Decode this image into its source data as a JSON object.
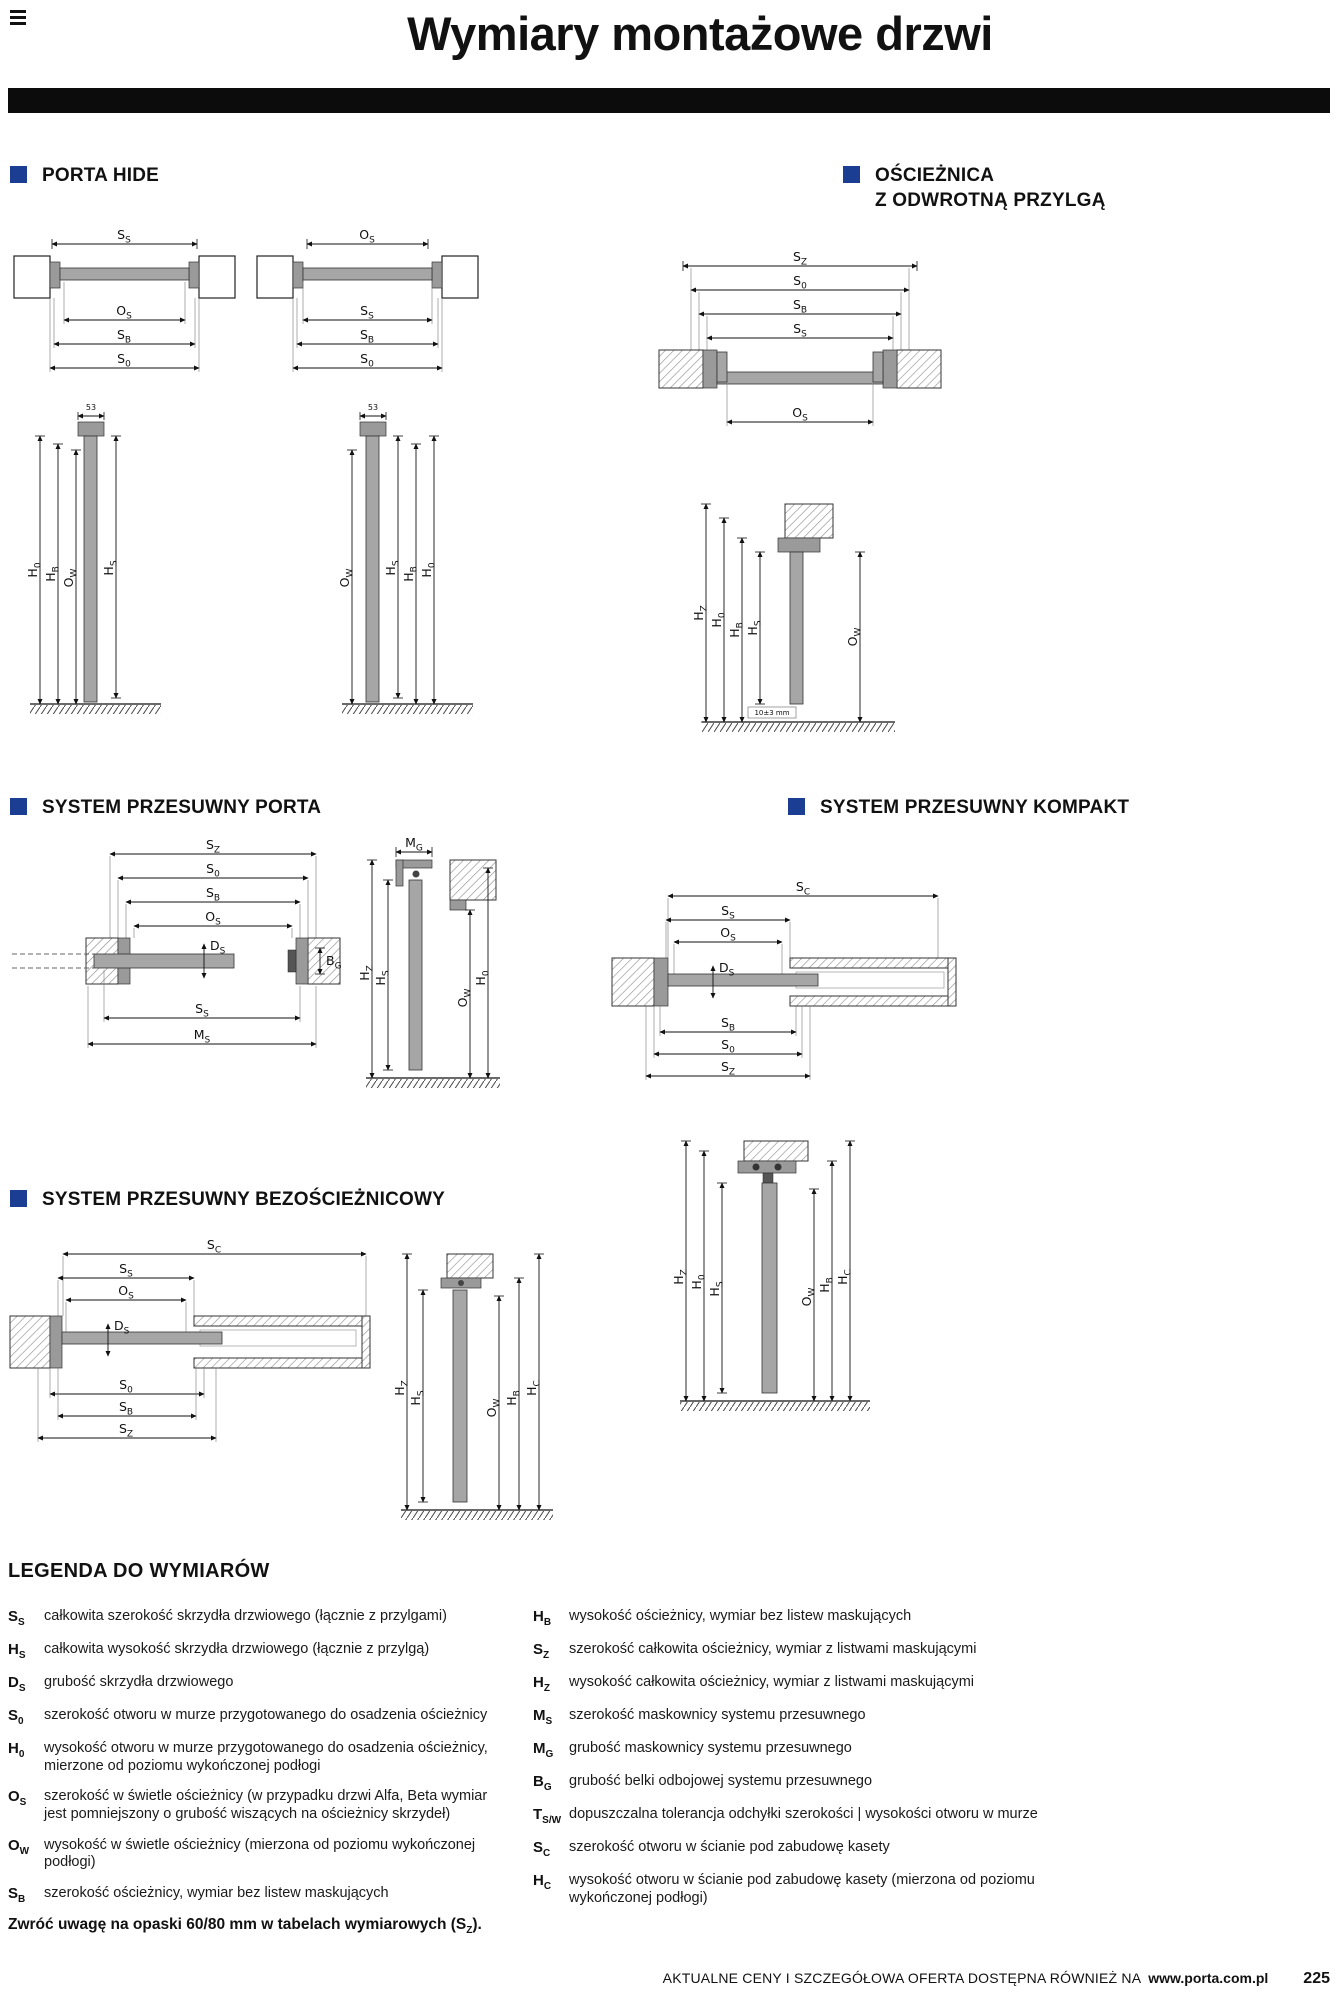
{
  "header": {
    "title": "Wymiary montażowe drzwi"
  },
  "sections": {
    "porta_hide": "PORTA HIDE",
    "oscieznica_line1": "OŚCIEŻNICA",
    "oscieznica_line2": "Z ODWROTNĄ PRZYLGĄ",
    "przesuwny_porta": "SYSTEM PRZESUWNY PORTA",
    "przesuwny_kompakt": "SYSTEM PRZESUWNY KOMPAKT",
    "bezoscieznicowy": "SYSTEM PRZESUWNY BEZOŚCIEŻNICOWY"
  },
  "dims": {
    "SS": {
      "m": "S",
      "s": "S"
    },
    "OS": {
      "m": "O",
      "s": "S"
    },
    "SB": {
      "m": "S",
      "s": "B"
    },
    "S0": {
      "m": "S",
      "s": "0"
    },
    "SZ": {
      "m": "S",
      "s": "Z"
    },
    "DS": {
      "m": "D",
      "s": "S"
    },
    "MS": {
      "m": "M",
      "s": "S"
    },
    "MG": {
      "m": "M",
      "s": "G"
    },
    "BG": {
      "m": "B",
      "s": "G"
    },
    "SC": {
      "m": "S",
      "s": "C"
    },
    "H0": {
      "m": "H",
      "s": "0"
    },
    "HB": {
      "m": "H",
      "s": "B"
    },
    "HS": {
      "m": "H",
      "s": "S"
    },
    "HZ": {
      "m": "H",
      "s": "Z"
    },
    "HC": {
      "m": "H",
      "s": "C"
    },
    "OW": {
      "m": "O",
      "s": "W"
    }
  },
  "annotations": {
    "detail_53": "53",
    "tolerance": "10±3 mm"
  },
  "legend": {
    "title": "LEGENDA DO WYMIARÓW",
    "left": [
      {
        "m": "S",
        "s": "S",
        "text": "całkowita szerokość skrzydła drzwiowego (łącznie z przylgami)"
      },
      {
        "m": "H",
        "s": "S",
        "text": "całkowita wysokość skrzydła drzwiowego (łącznie z przylgą)"
      },
      {
        "m": "D",
        "s": "S",
        "text": "grubość skrzydła drzwiowego"
      },
      {
        "m": "S",
        "s": "0",
        "text": "szerokość otworu w murze przygotowanego do osadzenia ościeżnicy"
      },
      {
        "m": "H",
        "s": "0",
        "text": "wysokość otworu w murze przygotowanego do osadzenia ościeżnicy, mierzone od poziomu wykończonej podłogi"
      },
      {
        "m": "O",
        "s": "S",
        "text": "szerokość w świetle ościeżnicy (w przypadku drzwi Alfa, Beta wymiar jest pomniejszony o grubość wiszących na ościeżnicy skrzydeł)"
      },
      {
        "m": "O",
        "s": "W",
        "text": "wysokość w świetle ościeżnicy (mierzona od poziomu wykończonej podłogi)"
      },
      {
        "m": "S",
        "s": "B",
        "text": "szerokość ościeżnicy, wymiar bez listew maskujących"
      }
    ],
    "right": [
      {
        "m": "H",
        "s": "B",
        "text": "wysokość ościeżnicy, wymiar bez listew maskujących"
      },
      {
        "m": "S",
        "s": "Z",
        "text": "szerokość całkowita ościeżnicy, wymiar z listwami maskującymi"
      },
      {
        "m": "H",
        "s": "Z",
        "text": "wysokość całkowita ościeżnicy, wymiar z listwami maskującymi"
      },
      {
        "m": "M",
        "s": "S",
        "text": "szerokość maskownicy systemu przesuwnego"
      },
      {
        "m": "M",
        "s": "G",
        "text": "grubość maskownicy systemu przesuwnego"
      },
      {
        "m": "B",
        "s": "G",
        "text": "grubość belki odbojowej systemu przesuwnego"
      },
      {
        "m": "T",
        "s": "S/W",
        "text": "dopuszczalna tolerancja odchyłki szerokości | wysokości otworu w murze"
      },
      {
        "m": "S",
        "s": "C",
        "text": "szerokość otworu w ścianie pod zabudowę kasety"
      },
      {
        "m": "H",
        "s": "C",
        "text": "wysokość otworu w ścianie pod zabudowę kasety (mierzona od poziomu wykończonej podłogi)"
      }
    ],
    "note_pre": "Zwróć uwagę na opaski 60/80 mm w tabelach wymiarowych (S",
    "note_sub": "Z",
    "note_post": ")."
  },
  "footer": {
    "text": "AKTUALNE CENY I SZCZEGÓŁOWA OFERTA DOSTĘPNA RÓWNIEŻ NA",
    "site": "www.porta.com.pl",
    "page": "225"
  },
  "colors": {
    "accent_blue": "#1b3e93",
    "bar_black": "#0c0c0c",
    "leaf_gray": "#a6a6a6"
  }
}
